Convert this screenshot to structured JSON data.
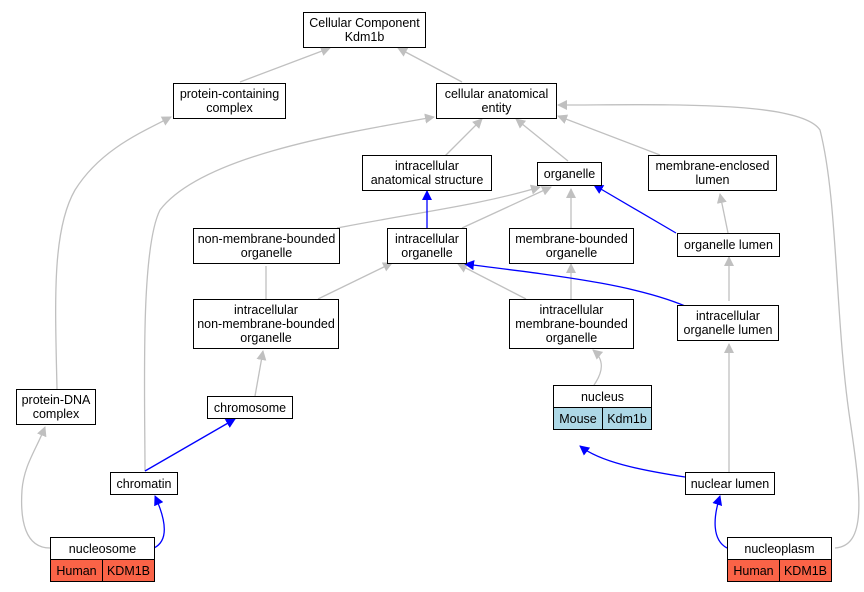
{
  "nodes": {
    "root": "Cellular Component\nKdm1b",
    "protein_containing_complex": "protein-containing\ncomplex",
    "cellular_anatomical_entity": "cellular anatomical\nentity",
    "intracellular_anatomical_structure": "intracellular\nanatomical structure",
    "organelle": "organelle",
    "membrane_enclosed_lumen": "membrane-enclosed\nlumen",
    "non_membrane_bounded_organelle": "non-membrane-bounded\norganelle",
    "intracellular_organelle": "intracellular\norganelle",
    "membrane_bounded_organelle": "membrane-bounded\norganelle",
    "organelle_lumen": "organelle lumen",
    "intracellular_non_membrane_bounded_organelle": "intracellular\nnon-membrane-bounded\norganelle",
    "intracellular_membrane_bounded_organelle": "intracellular\nmembrane-bounded\norganelle",
    "intracellular_organelle_lumen": "intracellular\norganelle lumen",
    "protein_dna_complex": "protein-DNA\ncomplex",
    "chromosome": "chromosome",
    "chromatin": "chromatin",
    "nuclear_lumen": "nuclear lumen"
  },
  "tagged_nodes": {
    "nucleus": {
      "title": "nucleus",
      "species": "Mouse",
      "gene": "Kdm1b"
    },
    "nucleosome": {
      "title": "nucleosome",
      "species": "Human",
      "gene": "KDM1B"
    },
    "nucleoplasm": {
      "title": "nucleoplasm",
      "species": "Human",
      "gene": "KDM1B"
    }
  },
  "colors": {
    "gray_edge": "#c0c0c0",
    "blue_edge": "#0000ff",
    "mouse_tag": "#add8e6",
    "human_tag": "#fa6347"
  }
}
